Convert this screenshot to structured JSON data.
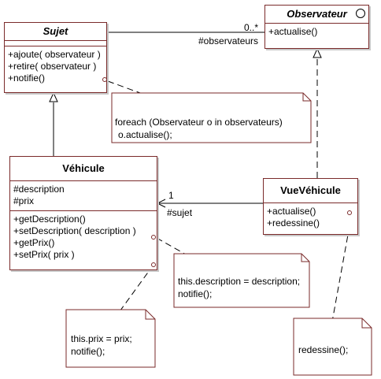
{
  "classes": {
    "observateur": {
      "name": "Observateur",
      "operations": [
        "+actualise()"
      ]
    },
    "sujet": {
      "name": "Sujet",
      "operations": [
        "+ajoute( observateur )",
        "+retire( observateur )",
        "+notifie()"
      ]
    },
    "vehicule": {
      "name": "Véhicule",
      "attributes": [
        "#description",
        "#prix"
      ],
      "operations": [
        "+getDescription()",
        "+setDescription( description )",
        "+getPrix()",
        "+setPrix( prix )"
      ]
    },
    "vuevehicule": {
      "name": "VueVéhicule",
      "operations": [
        "+actualise()",
        "+redessine()"
      ]
    }
  },
  "labels": {
    "multiplicity_obs": "0..*",
    "role_obs": "#observateurs",
    "multiplicity_sujet": "1",
    "role_sujet": "#sujet"
  },
  "notes": {
    "notifie": [
      "foreach (Observateur o in observateurs)",
      "o.actualise();"
    ],
    "setdescription": [
      "this.description = description;",
      "notifie();"
    ],
    "setprix": [
      "this.prix = prix;",
      "notifie();"
    ],
    "redessine": [
      "redessine();"
    ]
  },
  "colors": {
    "class_border": "#7a2a2a",
    "shadow": "#c8c8c8",
    "line": "#000000"
  }
}
